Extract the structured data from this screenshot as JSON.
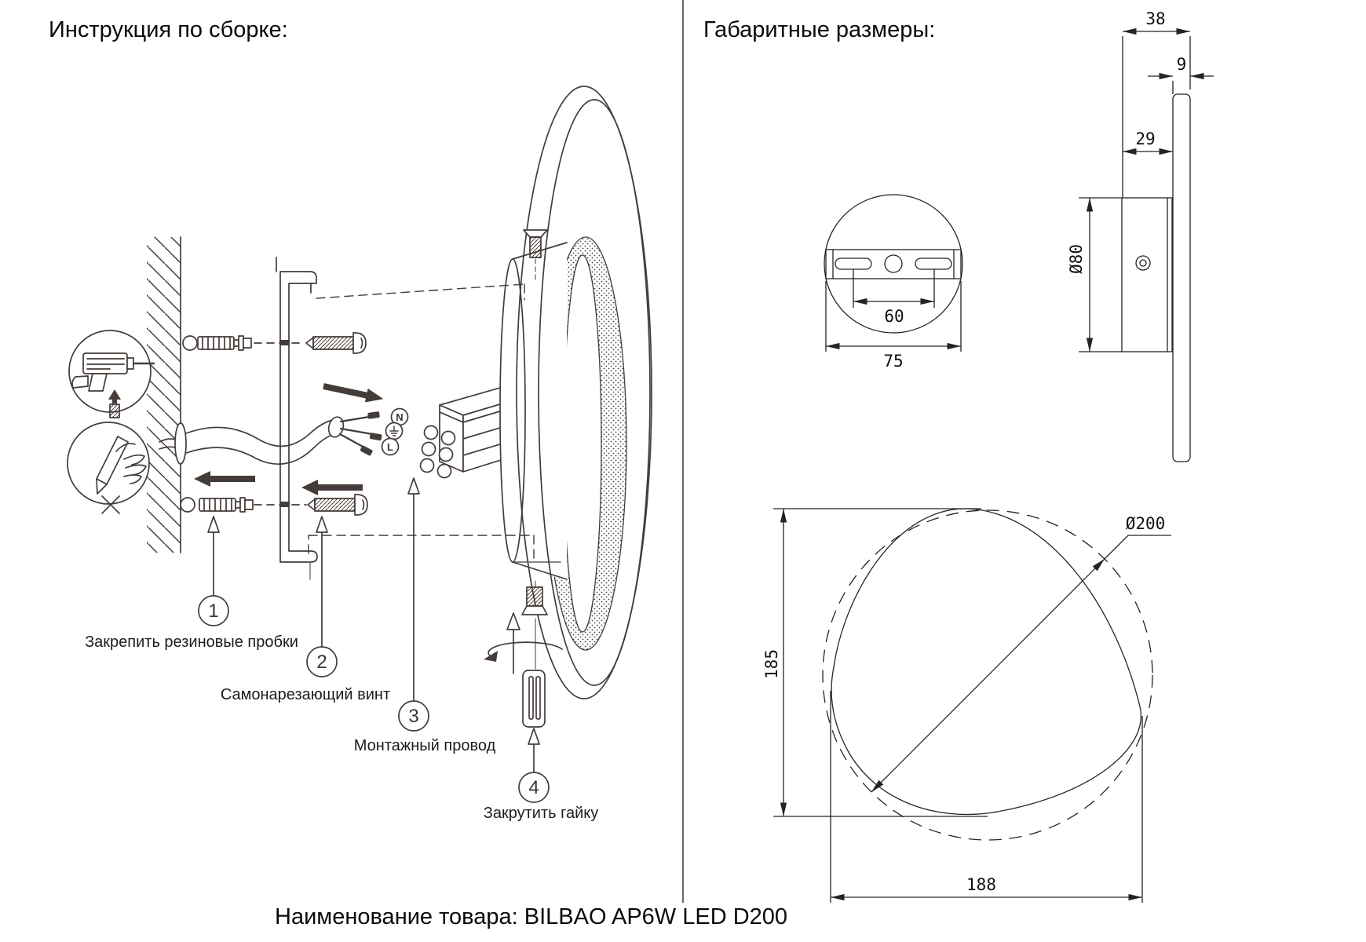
{
  "titles": {
    "left": "Инструкция по сборке:",
    "right": "Габаритные размеры:"
  },
  "product": {
    "label": "Наименование товара: BILBAO AP6W LED D200"
  },
  "assembly": {
    "steps": [
      {
        "num": "1",
        "caption": "Закрепить резиновые пробки"
      },
      {
        "num": "2",
        "caption": "Самонарезающий винт"
      },
      {
        "num": "3",
        "caption": "Монтажный провод"
      },
      {
        "num": "4",
        "caption": "Закрутить гайку"
      }
    ],
    "terminal_labels": {
      "neutral": "N",
      "ground_symbol": "⏚",
      "line": "L"
    }
  },
  "dimensions": {
    "side_view": {
      "total_depth": "38",
      "panel_thickness": "9",
      "box_depth": "29",
      "box_diameter": "Ø80"
    },
    "front_view": {
      "hole_spacing": "60",
      "plate_width": "75"
    },
    "shape_view": {
      "diameter": "Ø200",
      "height": "185",
      "width": "188"
    }
  },
  "colors": {
    "assembly_line": "#443c38",
    "dimension_line": "#242424",
    "background": "#ffffff"
  }
}
